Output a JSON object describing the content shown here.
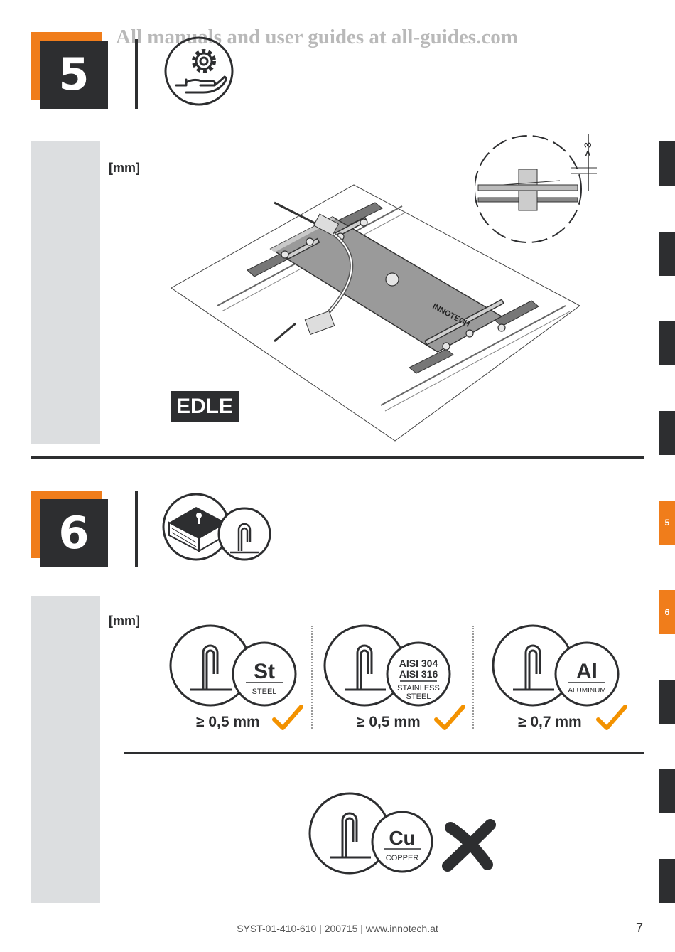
{
  "watermark": "All manuals and user guides at all-guides.com",
  "step5": {
    "number": "5",
    "unit_label": "[mm]",
    "detail_dimension": "> 3",
    "product_badge": "EDLE",
    "brand_mark": "INNOTECH",
    "icons": [
      "hand-gear-icon"
    ]
  },
  "step6": {
    "number": "6",
    "unit_label": "[mm]",
    "icons": [
      "roof-sheet-icon",
      "standing-seam-icon"
    ],
    "materials": [
      {
        "symbol": "St",
        "name": "STEEL",
        "min_thickness": "≥ 0,5 mm",
        "allowed": true
      },
      {
        "symbol": "AISI 304",
        "symbol2": "AISI 316",
        "name": "STAINLESS",
        "name2": "STEEL",
        "min_thickness": "≥ 0,5 mm",
        "allowed": true
      },
      {
        "symbol": "Al",
        "name": "ALUMINUM",
        "min_thickness": "≥ 0,7 mm",
        "allowed": true
      },
      {
        "symbol": "Cu",
        "name": "COPPER",
        "min_thickness": "",
        "allowed": false
      }
    ]
  },
  "sidebar_tabs": [
    "",
    "",
    "",
    "",
    "5",
    "6",
    "",
    "",
    ""
  ],
  "active_tabs": [
    "5",
    "6"
  ],
  "footer": "SYST-01-410-610 | 200715 | www.innotech.at",
  "page_number": "7",
  "colors": {
    "accent": "#f07d1b",
    "dark": "#2d2e30",
    "panel": "#dcdee0",
    "check": "#f39200"
  }
}
